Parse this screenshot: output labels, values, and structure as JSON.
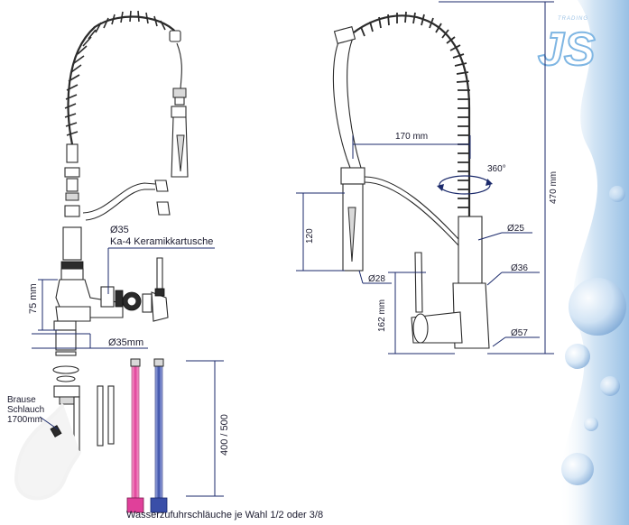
{
  "logo": {
    "brand": "JS",
    "sub": "TRADING"
  },
  "left_view": {
    "cartridge_label": "Ø35",
    "cartridge_desc": "Ka-4 Keramikkartusche",
    "height_75": "75 mm",
    "base_diameter": "Ø35mm",
    "hose_label_1": "Brause",
    "hose_label_2": "Schlauch",
    "hose_label_3": "1700mm",
    "supply_length": "400 / 500",
    "supply_caption": "Wasserzufuhrschläuche je Wahl 1/2  oder 3/8"
  },
  "right_view": {
    "width_170": "170 mm",
    "rotation": "360°",
    "height_470": "470 mm",
    "height_120": "120",
    "d25": "Ø25",
    "d36": "Ø36",
    "d28": "Ø28",
    "height_162": "162 mm",
    "d57": "Ø57"
  },
  "colors": {
    "dimension": "#1b2a6b",
    "supply_hose_pink": "#e0409a",
    "supply_hose_blue": "#3a4fa8",
    "logo_blue": "#7fb6e3"
  }
}
